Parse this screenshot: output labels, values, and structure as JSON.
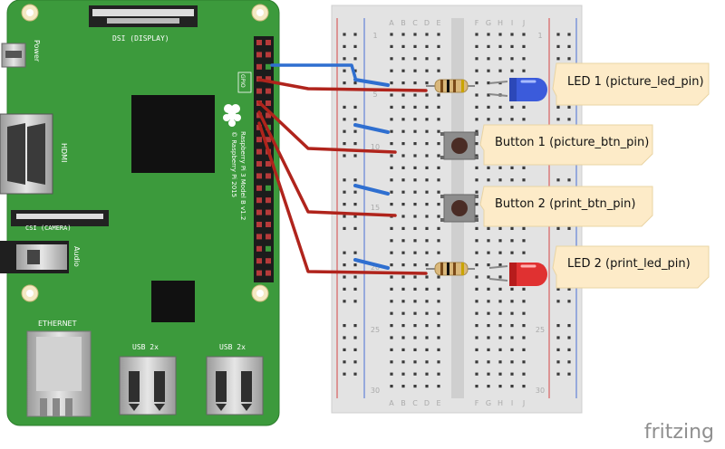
{
  "pi": {
    "dsi_label": "DSI (DISPLAY)",
    "csi_label": "CSI (CAMERA)",
    "hdmi_label": "HDMI",
    "audio_label": "Audio",
    "power_label": "Power",
    "gpio_label": "GPIO",
    "ethernet_label": "ETHERNET",
    "usb1_label": "USB 2x",
    "usb2_label": "USB 2x",
    "model_text": "Raspberry Pi 3 Model B v1.2",
    "copyright_text": "© Raspberry Pi 2015"
  },
  "breadboard": {
    "left_cols": [
      "A",
      "B",
      "C",
      "D",
      "E"
    ],
    "right_cols": [
      "F",
      "G",
      "H",
      "I",
      "J"
    ],
    "row_numbers": [
      "1",
      "5",
      "10",
      "15",
      "20",
      "25",
      "30"
    ]
  },
  "callouts": [
    {
      "label": "LED 1 (picture_led_pin)"
    },
    {
      "label": "Button 1 (picture_btn_pin)"
    },
    {
      "label": "Button 2 (print_btn_pin)"
    },
    {
      "label": "LED 2 (print_led_pin)"
    }
  ],
  "components": {
    "led1_color": "#3b5bdb",
    "led2_color": "#e03131"
  },
  "watermark": "fritzing"
}
